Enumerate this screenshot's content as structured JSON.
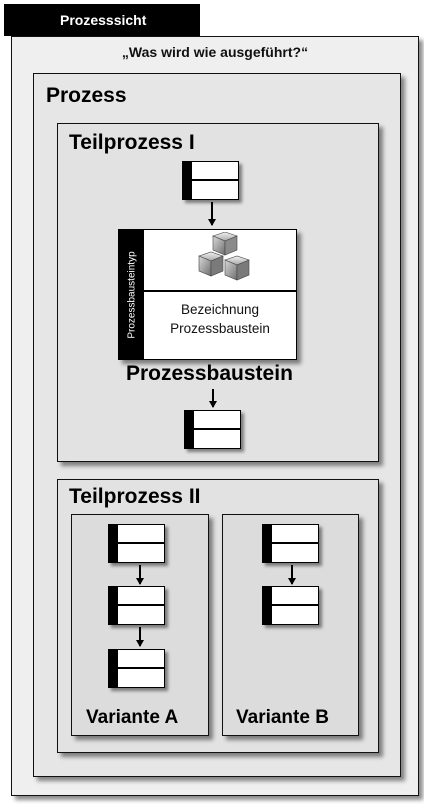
{
  "header": {
    "tab_label": "Prozesssicht"
  },
  "view": {
    "question": "„Was wird wie ausgeführt?“"
  },
  "prozess": {
    "title": "Prozess"
  },
  "teilprozess1": {
    "title": "Teilprozess I",
    "baustein": {
      "type_label": "Prozessbausteintyp",
      "name_line1": "Bezeichnung",
      "name_line2": "Prozessbaustein",
      "caption": "Prozessbaustein",
      "icon": "cubes-icon"
    }
  },
  "teilprozess2": {
    "title": "Teilprozess II",
    "variante_a": {
      "title": "Variante A"
    },
    "variante_b": {
      "title": "Variante B"
    }
  }
}
